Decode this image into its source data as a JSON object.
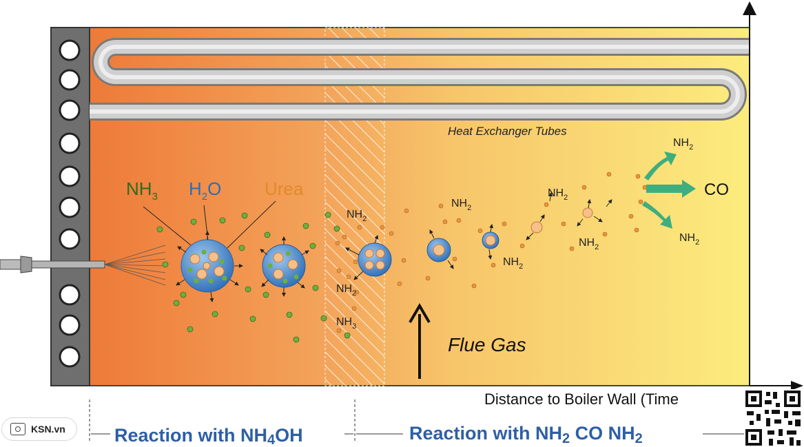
{
  "labels": {
    "heat_exchanger": "Heat Exchanger Tubes",
    "flue_gas": "Flue Gas",
    "distance_axis": "Distance to Boiler Wall (Time",
    "reaction_left": "Reaction with NH4OH",
    "reaction_right": "Reaction with NH2 CO NH2",
    "droplet_nh3": "NH3",
    "droplet_h2o": "H2O",
    "droplet_urea": "Urea",
    "nh2": "NH2",
    "nh3": "NH3",
    "co": "CO"
  },
  "badge": {
    "text": "KSN.vn",
    "icon": "monitor-icon"
  },
  "colors": {
    "hot": "#ee7a38",
    "mid": "#f6b85c",
    "cool": "#fbe97a",
    "wall": "#6f6f6f",
    "tube": "#c9c9c9",
    "droplet": "#3e7fc7",
    "nh3_green": "#6fae3c",
    "urea_dot": "#e9943e",
    "title_blue": "#2e5fa6",
    "arrow_green": "#3fae7e"
  },
  "qr_code": {
    "icon": "qr-code-icon"
  }
}
